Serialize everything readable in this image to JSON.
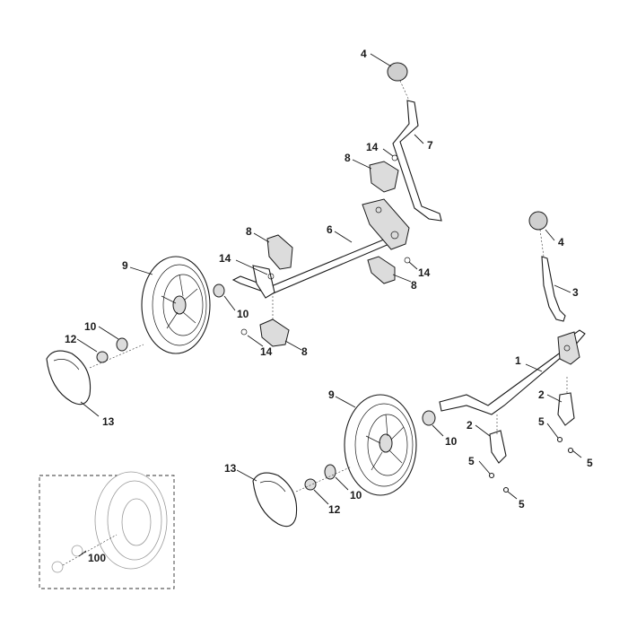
{
  "diagram": {
    "callouts": {
      "c1": "1",
      "c2a": "2",
      "c2b": "2",
      "c3": "3",
      "c4a": "4",
      "c4b": "4",
      "c5a": "5",
      "c5b": "5",
      "c5c": "5",
      "c5d": "5",
      "c6": "6",
      "c7": "7",
      "c8a": "8",
      "c8b": "8",
      "c8c": "8",
      "c8d": "8",
      "c9a": "9",
      "c9b": "9",
      "c10a": "10",
      "c10b": "10",
      "c10c": "10",
      "c10d": "10",
      "c12a": "12",
      "c12b": "12",
      "c13a": "13",
      "c13b": "13",
      "c14a": "14",
      "c14b": "14",
      "c14c": "14",
      "c14d": "14",
      "c100": "100"
    },
    "colors": {
      "line": "#1a1a1a",
      "knob": "#cfcfcf",
      "inset_line": "#9a9a9a"
    }
  }
}
